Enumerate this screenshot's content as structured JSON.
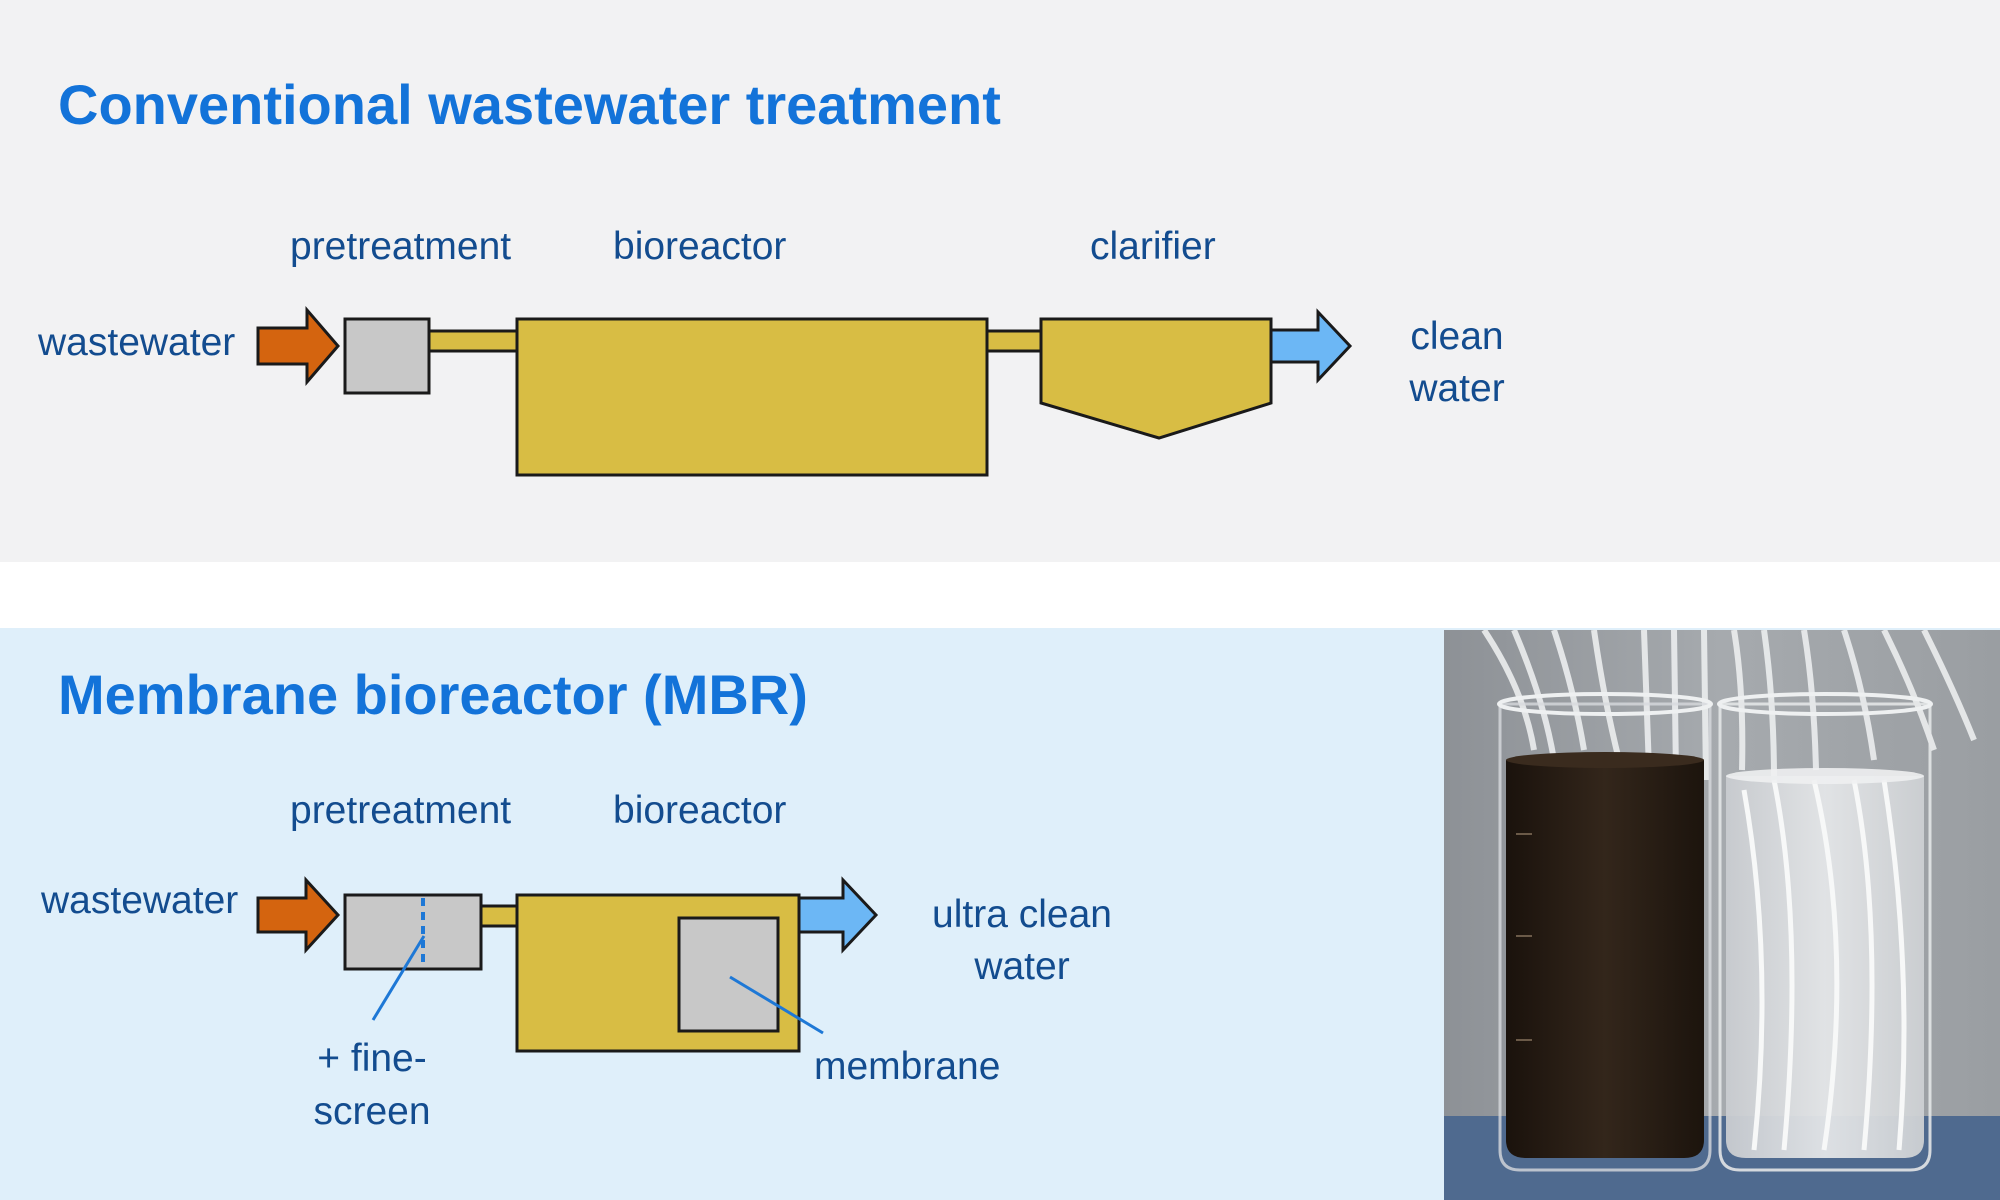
{
  "conventional": {
    "title": "Conventional wastewater treatment",
    "labels": {
      "wastewater": "wastewater",
      "pretreatment": "pretreatment",
      "bioreactor": "bioreactor",
      "clarifier": "clarifier",
      "clean": "clean",
      "water": "water"
    }
  },
  "mbr": {
    "title": "Membrane bioreactor (MBR)",
    "labels": {
      "wastewater": "wastewater",
      "pretreatment": "pretreatment",
      "bioreactor": "bioreactor",
      "ultra_clean": "ultra clean",
      "water": "water",
      "fine": "+ fine-",
      "screen": "screen",
      "membrane": "membrane"
    }
  },
  "colors": {
    "title": "#1373d9",
    "label": "#134c8f",
    "tank": "#d8bd44",
    "box_gray": "#c8c8c8",
    "inflow_arrow": "#d4640f",
    "outflow_arrow": "#6cb7f5",
    "pointer": "#1e78d6"
  }
}
